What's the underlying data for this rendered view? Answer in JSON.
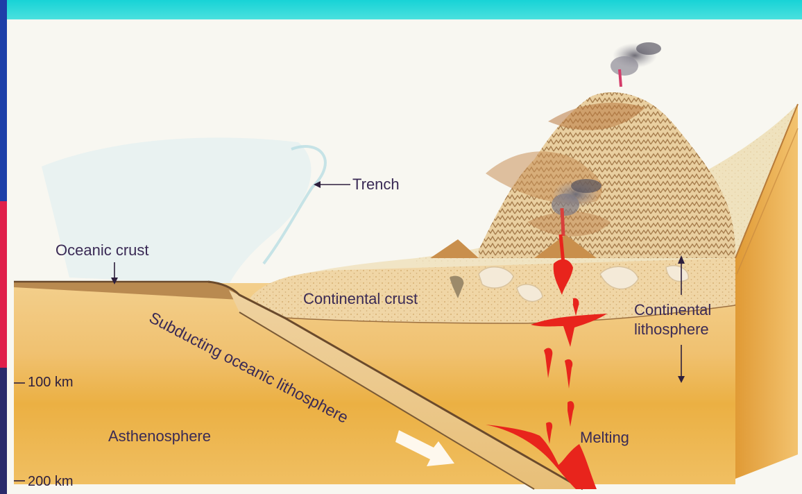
{
  "labels": {
    "trench": "Trench",
    "oceanic_crust": "Oceanic crust",
    "continental_crust": "Continental crust",
    "continental_lithosphere_line1": "Continental",
    "continental_lithosphere_line2": "lithosphere",
    "subducting": "Subducting oceanic lithosphere",
    "asthenosphere": "Asthenosphere",
    "melting": "Melting",
    "depth_100": "100 km",
    "depth_200": "200 km"
  },
  "colors": {
    "screen_top": "#1fd6d8",
    "screen_left_top": "#1e3fa8",
    "screen_left_red": "#e0204a",
    "screen_left_bottom": "#2a2a6a",
    "rock": "#f0c67a",
    "rock_deep": "#eab24c",
    "slab": "#e6c084",
    "magma": "#e8241c",
    "text": "#3a2a55"
  }
}
